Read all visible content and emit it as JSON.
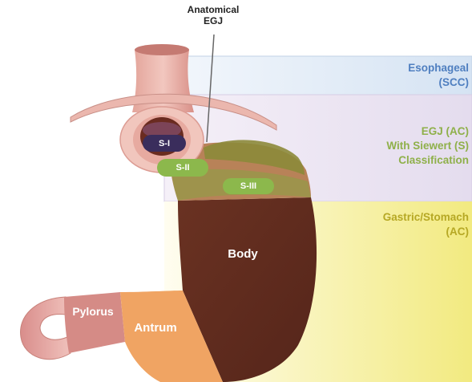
{
  "egj_callout": {
    "line1": "Anatomical",
    "line2": "EGJ"
  },
  "zones": {
    "esophageal": {
      "line1": "Esophageal",
      "line2": "(SCC)",
      "color": "#4f7fc0"
    },
    "egj": {
      "line1": "EGJ (AC)",
      "line2": "With Siewert (S)",
      "line3": "Classification",
      "color": "#8fb04a"
    },
    "gastric": {
      "line1": "Gastric/Stomach",
      "line2": "(AC)",
      "color": "#b6a824"
    }
  },
  "siewert": {
    "s1": {
      "label": "S-I",
      "color": "#3a2d5c"
    },
    "s2": {
      "label": "S-II",
      "color": "#8cb84c"
    },
    "s3": {
      "label": "S-III",
      "color": "#8cb84c"
    }
  },
  "regions": {
    "body": {
      "label": "Body",
      "color": "#5e2a1b"
    },
    "antrum": {
      "label": "Antrum",
      "color": "#f0a463"
    },
    "pylorus": {
      "label": "Pylorus",
      "color": "#d58b86"
    }
  }
}
